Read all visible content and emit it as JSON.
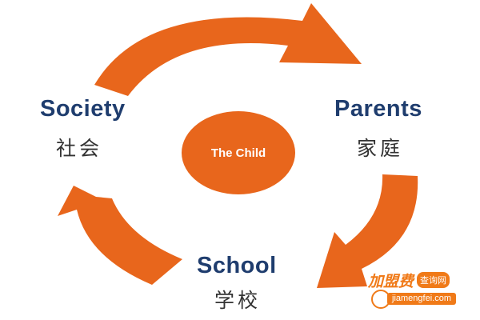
{
  "diagram": {
    "center": {
      "label": "The Child"
    },
    "nodes": [
      {
        "id": "society",
        "en": "Society",
        "zh": "社会"
      },
      {
        "id": "parents",
        "en": "Parents",
        "zh": "家庭"
      },
      {
        "id": "school",
        "en": "School",
        "zh": "学校"
      }
    ],
    "colors": {
      "arrow": "#e8661c",
      "title": "#1f3d6e",
      "subtitle": "#333333"
    }
  },
  "watermark": {
    "brand": "加盟费",
    "tag": "查询网",
    "url": "jiamengfei.com"
  }
}
